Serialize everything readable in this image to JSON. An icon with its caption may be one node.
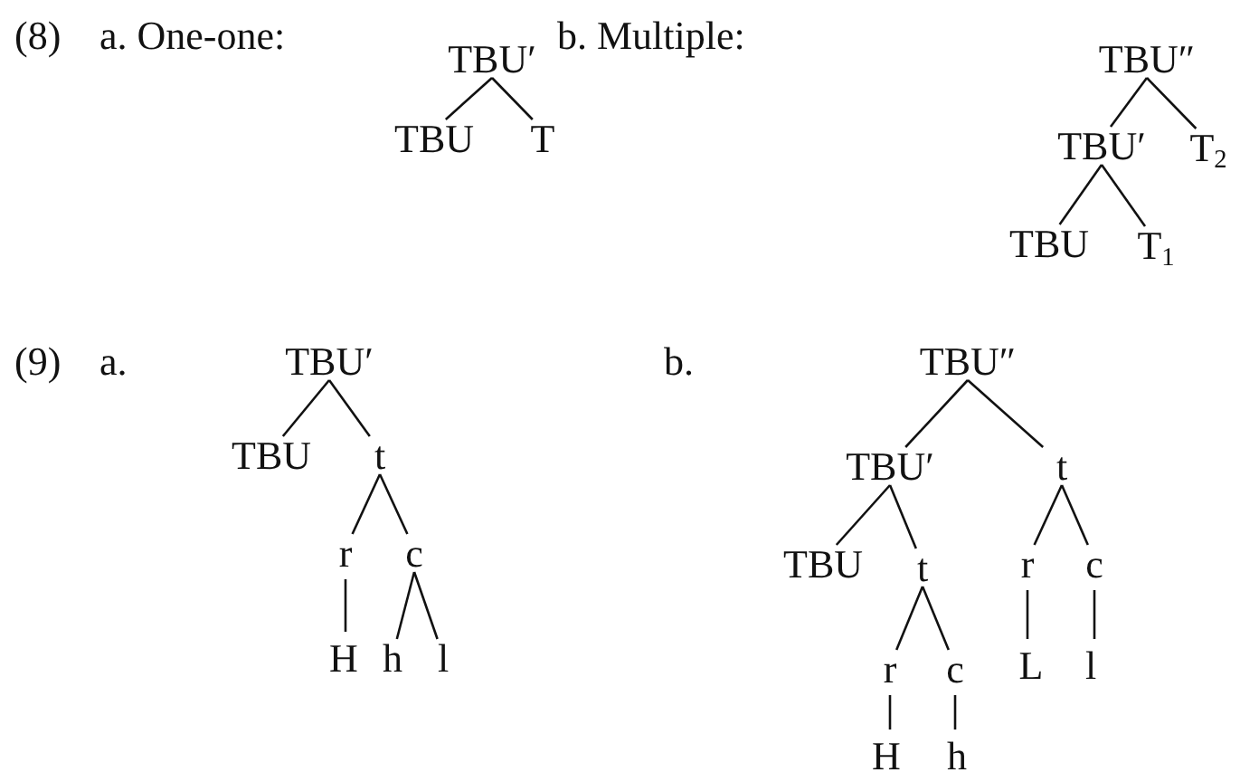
{
  "diagram": {
    "nodes": [
      {
        "text": [
          "TBU′"
        ]
      },
      {
        "text": [
          "TBU"
        ]
      },
      {
        "text": [
          "T"
        ]
      },
      {
        "text": [
          "TBU″"
        ]
      },
      {
        "text": [
          "TBU′"
        ]
      },
      {
        "text": [
          "T$_{2}$"
        ]
      },
      {
        "text": [
          "TBU"
        ]
      },
      {
        "text": [
          "T$_{1}$"
        ]
      },
      {
        "text": [
          "TBU′"
        ]
      },
      {
        "text": [
          "TBU"
        ]
      },
      {
        "text": [
          "t"
        ]
      },
      {
        "text": [
          "r"
        ]
      },
      {
        "text": [
          "c"
        ]
      },
      {
        "text": [
          "H"
        ]
      },
      {
        "text": [
          "h"
        ]
      },
      {
        "text": [
          "l"
        ]
      },
      {
        "text": [
          "TBU″"
        ]
      },
      {
        "text": [
          "TBU′"
        ]
      },
      {
        "text": [
          "t"
        ]
      },
      {
        "text": [
          "TBU"
        ]
      },
      {
        "text": [
          "t"
        ]
      },
      {
        "text": [
          "r"
        ]
      },
      {
        "text": [
          "c"
        ]
      },
      {
        "text": [
          "r"
        ]
      },
      {
        "text": [
          "c"
        ]
      },
      {
        "text": [
          "L"
        ]
      },
      {
        "text": [
          "l"
        ]
      },
      {
        "text": [
          "H"
        ]
      },
      {
        "text": [
          "h"
        ]
      }
    ],
    "edges": [
      {
        "from": 0,
        "to": 1,
        "arrow": "none"
      },
      {
        "from": 0,
        "to": 2,
        "arrow": "none"
      },
      {
        "from": 3,
        "to": 4,
        "arrow": "none"
      },
      {
        "from": 3,
        "to": 5,
        "arrow": "none"
      },
      {
        "from": 4,
        "to": 6,
        "arrow": "none"
      },
      {
        "from": 4,
        "to": 7,
        "arrow": "none"
      },
      {
        "from": 8,
        "to": 9,
        "arrow": "none"
      },
      {
        "from": 8,
        "to": 10,
        "arrow": "none"
      },
      {
        "from": 10,
        "to": 11,
        "arrow": "none"
      },
      {
        "from": 10,
        "to": 12,
        "arrow": "none"
      },
      {
        "from": 11,
        "to": 13,
        "arrow": "none"
      },
      {
        "from": 12,
        "to": 14,
        "arrow": "none"
      },
      {
        "from": 12,
        "to": 15,
        "arrow": "none"
      },
      {
        "from": 16,
        "to": 17,
        "arrow": "none"
      },
      {
        "from": 16,
        "to": 18,
        "arrow": "none"
      },
      {
        "from": 17,
        "to": 19,
        "arrow": "none"
      },
      {
        "from": 17,
        "to": 20,
        "arrow": "none"
      },
      {
        "from": 20,
        "to": 23,
        "arrow": "none"
      },
      {
        "from": 20,
        "to": 24,
        "arrow": "none"
      },
      {
        "from": 23,
        "to": 27,
        "arrow": "none"
      },
      {
        "from": 24,
        "to": 28,
        "arrow": "none"
      },
      {
        "from": 18,
        "to": 21,
        "arrow": "none"
      },
      {
        "from": 18,
        "to": 22,
        "arrow": "none"
      },
      {
        "from": 21,
        "to": 25,
        "arrow": "none"
      },
      {
        "from": 22,
        "to": 26,
        "arrow": "none"
      }
    ],
    "labels": [
      "(8)",
      "a. One-one:",
      "b. Multiple:",
      "(9)",
      "a.",
      "b."
    ]
  }
}
